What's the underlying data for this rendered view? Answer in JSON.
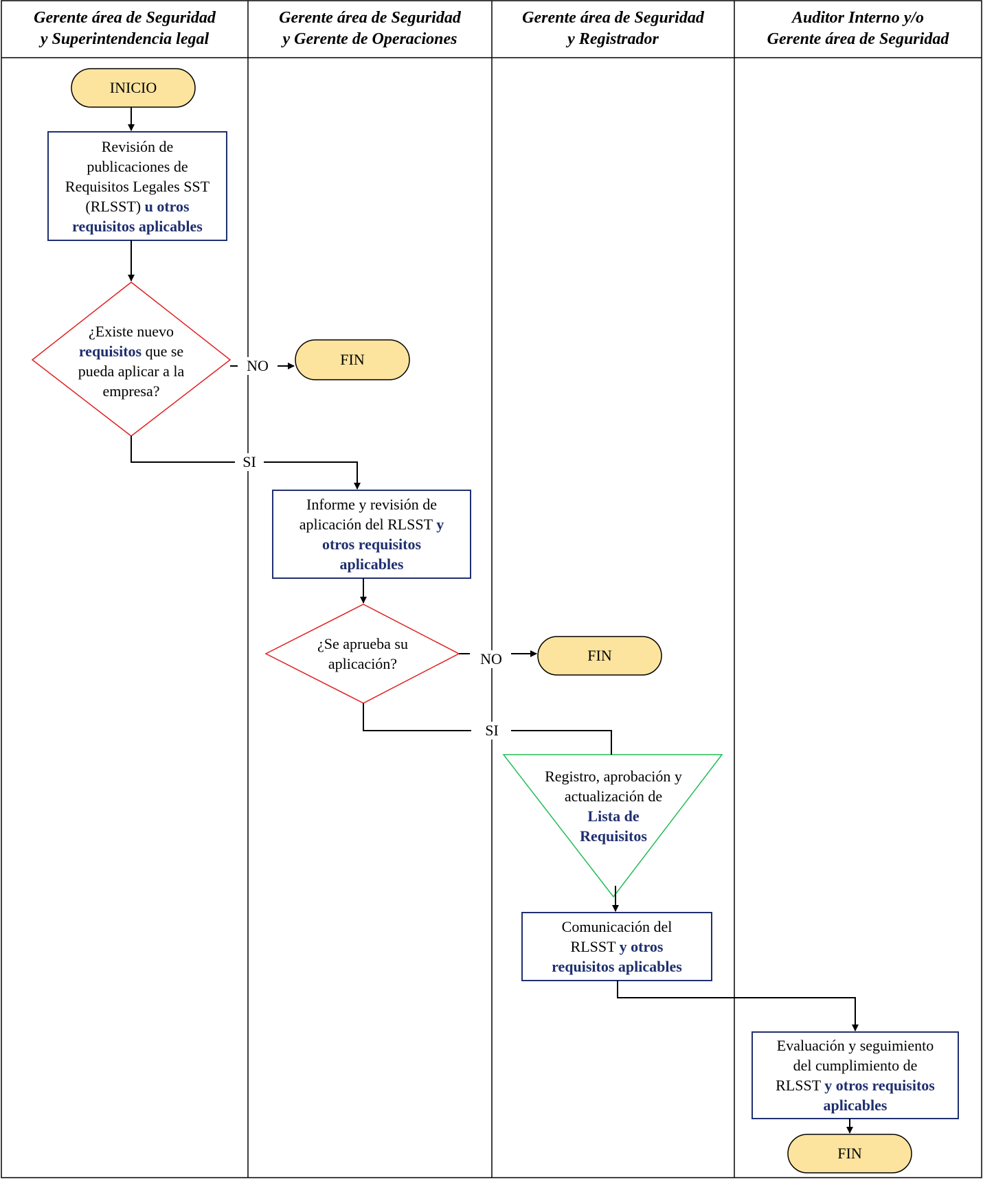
{
  "lanes": [
    {
      "line1": "Gerente área de Seguridad",
      "line2": "y Superintendencia legal"
    },
    {
      "line1": "Gerente área de Seguridad",
      "line2": "y Gerente de Operaciones"
    },
    {
      "line1": "Gerente área de Seguridad",
      "line2": "y Registrador"
    },
    {
      "line1": "Auditor Interno y/o",
      "line2": "Gerente área de Seguridad"
    }
  ],
  "inicio": "INICIO",
  "step1": {
    "l1": "Revisión de",
    "l2": "publicaciones de",
    "l3": "Requisitos Legales SST",
    "l4a": "(RLSST)",
    "l4b": "u otros",
    "l5": "requisitos aplicables"
  },
  "decision1": {
    "l1": "¿Existe nuevo",
    "l2a": "requisitos",
    "l2b": "que se",
    "l3": "pueda aplicar a la",
    "l4": "empresa?"
  },
  "no1": "NO",
  "fin1": "FIN",
  "si1": "SI",
  "step2": {
    "l1": "Informe y revisión de",
    "l2a": "aplicación del RLSST",
    "l2b": "y",
    "l3": "otros requisitos",
    "l4": "aplicables"
  },
  "decision2": {
    "l1": "¿Se aprueba su",
    "l2": "aplicación?"
  },
  "no2": "NO",
  "fin2": "FIN",
  "si2": "SI",
  "step3": {
    "l1": "Registro, aprobación y",
    "l2": "actualización de",
    "l3": "Lista de",
    "l4": "Requisitos"
  },
  "step4": {
    "l1": "Comunicación del",
    "l2a": "RLSST",
    "l2b": "y otros",
    "l3": "requisitos aplicables"
  },
  "step5": {
    "l1": "Evaluación y seguimiento",
    "l2": "del cumplimiento de",
    "l3a": "RLSST",
    "l3b": "y otros requisitos",
    "l4": "aplicables"
  },
  "fin3": "FIN",
  "colors": {
    "terminal_fill": "#fde49e",
    "process_border": "#1f2f6e",
    "decision_border": "#e02020",
    "merge_border": "#22bb55",
    "emphasis_text": "#1f2f6e"
  }
}
